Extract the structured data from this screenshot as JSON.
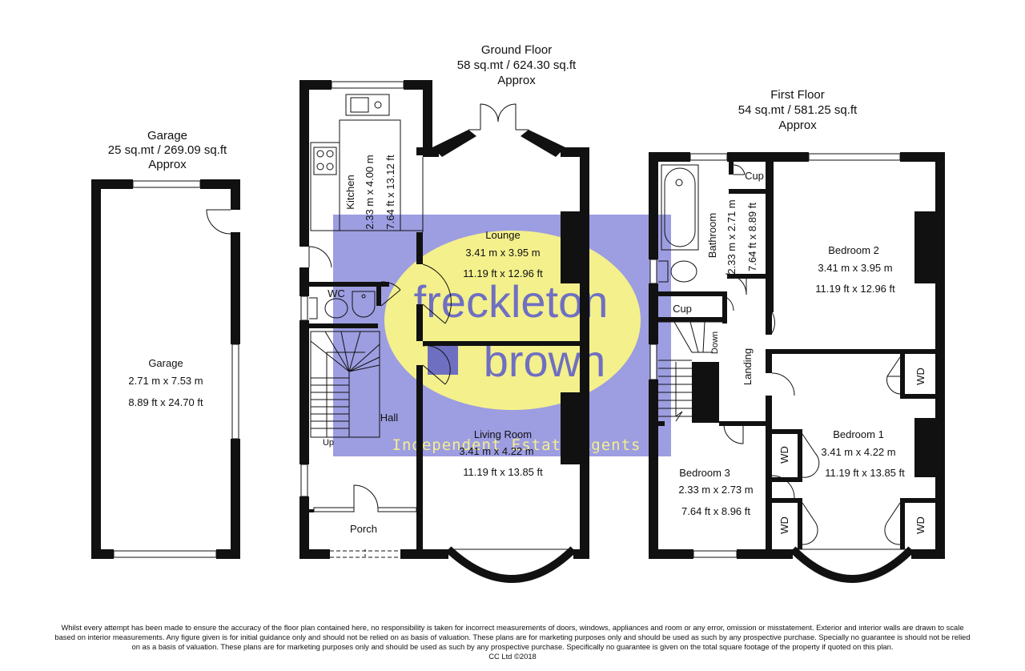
{
  "garage": {
    "header": [
      "Garage",
      "25 sq.mt / 269.09 sq.ft",
      "Approx"
    ],
    "room": {
      "name": "Garage",
      "metric": "2.71 m x 7.53 m",
      "imperial": "8.89 ft x 24.70 ft"
    }
  },
  "ground_floor": {
    "header": [
      "Ground Floor",
      "58 sq.mt / 624.30 sq.ft",
      "Approx"
    ],
    "kitchen": {
      "name": "Kitchen",
      "metric": "2.33 m x 4.00 m",
      "imperial": "7.64 ft x 13.12 ft"
    },
    "lounge": {
      "name": "Lounge",
      "metric": "3.41 m x 3.95 m",
      "imperial": "11.19 ft x 12.96 ft"
    },
    "living_room": {
      "name": "Living Room",
      "metric": "3.41 m x 4.22 m",
      "imperial": "11.19 ft x 13.85 ft"
    },
    "wc": "WC",
    "hall": "Hall",
    "porch": "Porch",
    "stairs_up": "Up"
  },
  "first_floor": {
    "header": [
      "First Floor",
      "54 sq.mt / 581.25 sq.ft",
      "Approx"
    ],
    "bathroom": {
      "name": "Bathroom",
      "metric": "2.33 m x 2.71 m",
      "imperial": "7.64 ft x 8.89 ft"
    },
    "bedroom2": {
      "name": "Bedroom 2",
      "metric": "3.41 m x 3.95 m",
      "imperial": "11.19 ft x 12.96 ft"
    },
    "bedroom1": {
      "name": "Bedroom 1",
      "metric": "3.41 m x 4.22 m",
      "imperial": "11.19 ft x 13.85 ft"
    },
    "bedroom3": {
      "name": "Bedroom 3",
      "metric": "2.33 m x 2.73 m",
      "imperial": "7.64 ft x 8.96 ft"
    },
    "cup": "Cup",
    "landing": "Landing",
    "stairs_down": "Down",
    "wardrobe": "WD"
  },
  "watermark": {
    "line1": "freckleton",
    "line2": "brown",
    "tagline": "Independent Estate Agents",
    "color_box": "#8c8cdc",
    "color_circle": "#f4f08c"
  },
  "disclaimer": {
    "lines": [
      "Whilst every attempt has been made to ensure the accuracy of the floor plan contained here, no responsibility is taken for incorrect measurements of doors, windows, appliances and room or any error, omission or misstatement. Exterior and interior walls are drawn to scale",
      "based on interior measurements. Any figure given is for initial guidance only and should not be relied on as basis of valuation. These plans are for marketing purposes only and should be used as such by any prospective purchase. Specially no guarantee is should not be relied",
      "on as a basis of valuation. These plans are for marketing purposes only and should be used as such by any prospective purchase. Specifically no guarantee is given on the total square footage of the property if quoted on this plan.",
      "CC Ltd ©2018"
    ]
  }
}
